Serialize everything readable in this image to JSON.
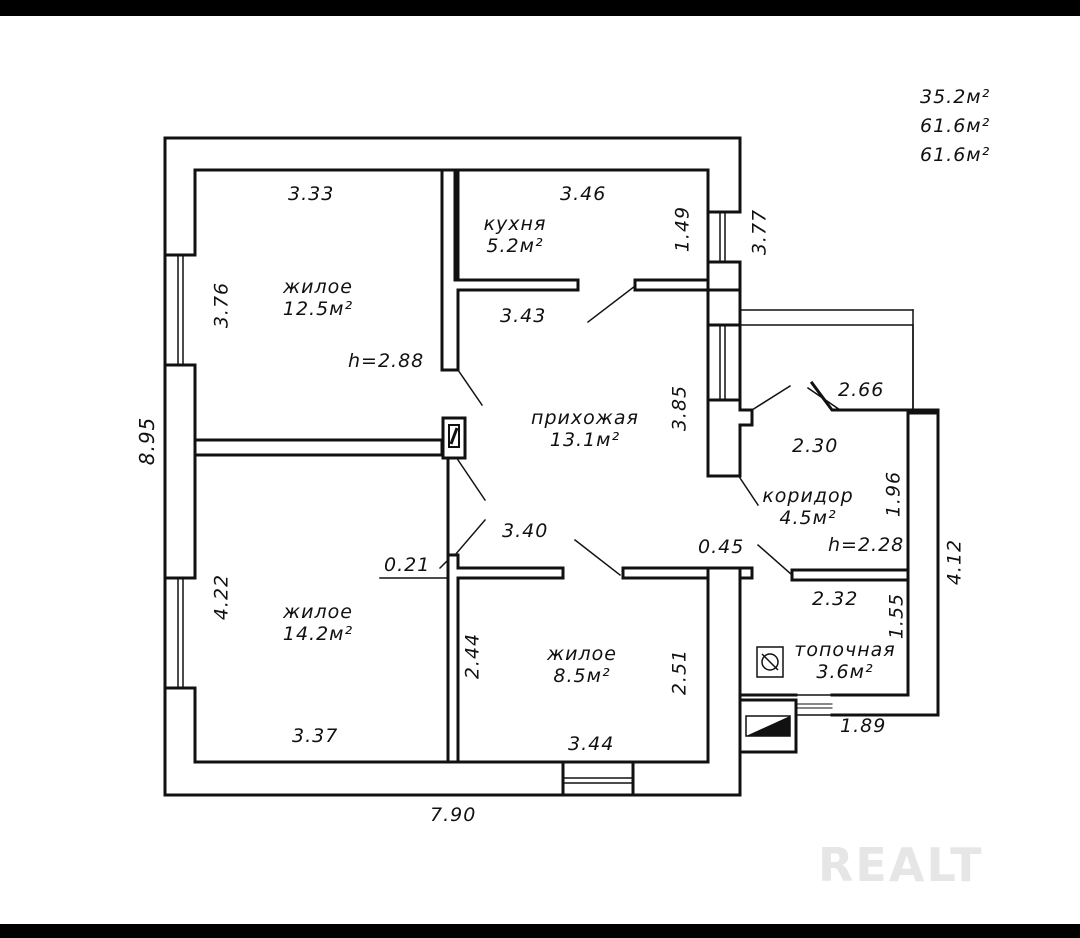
{
  "totals": [
    "35.2м²",
    "61.6м²",
    "61.6м²"
  ],
  "rooms": {
    "living1": {
      "name": "жилое",
      "area": "12.5м²",
      "height": "h=2.88"
    },
    "kitchen": {
      "name": "кухня",
      "area": "5.2м²"
    },
    "hall": {
      "name": "прихожая",
      "area": "13.1м²"
    },
    "living2": {
      "name": "жилое",
      "area": "14.2м²"
    },
    "living3": {
      "name": "жилое",
      "area": "8.5м²"
    },
    "corridor": {
      "name": "коридор",
      "area": "4.5м²",
      "height": "h=2.28"
    },
    "boiler": {
      "name": "топочная",
      "area": "3.6м²"
    }
  },
  "dims": {
    "d333": "3.33",
    "d346": "3.46",
    "d149": "1.49",
    "d377": "3.77",
    "d376": "3.76",
    "d343": "3.43",
    "d895": "8.95",
    "d385": "3.85",
    "d266": "2.66",
    "d230": "2.30",
    "d196": "1.96",
    "d340": "3.40",
    "d045": "0.45",
    "d021": "0.21",
    "d412": "4.12",
    "d232": "2.32",
    "d155": "1.55",
    "d422": "4.22",
    "d244": "2.44",
    "d251": "2.51",
    "d189": "1.89",
    "d337": "3.37",
    "d344": "3.44",
    "d790": "7.90"
  },
  "watermark": "REALT"
}
